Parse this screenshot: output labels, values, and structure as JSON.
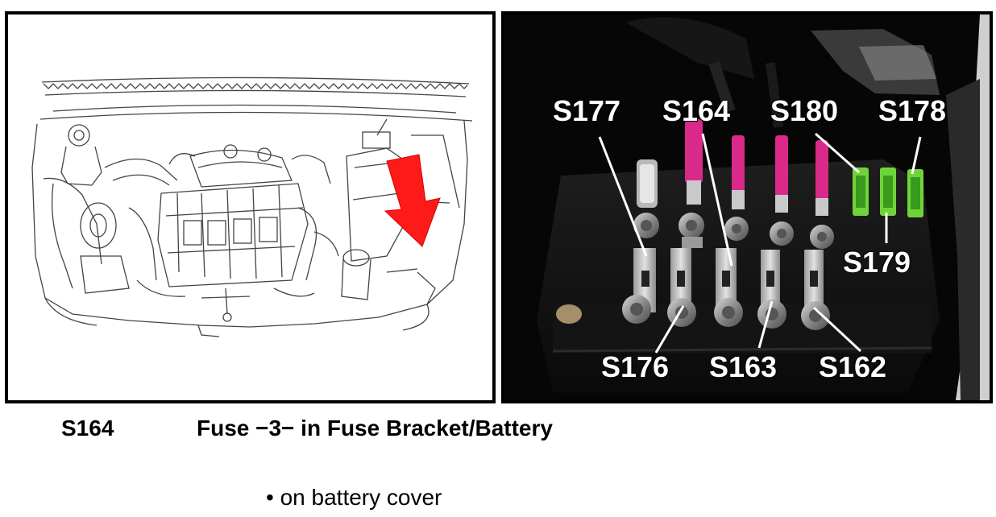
{
  "figure": {
    "left_image": {
      "subject": "engine-compartment-line-drawing",
      "arrow_color": "#ff1a1a"
    },
    "right_image": {
      "subject": "fuse-bracket-photo",
      "labels": {
        "s177": "S177",
        "s164": "S164",
        "s180": "S180",
        "s178": "S178",
        "s179": "S179",
        "s176": "S176",
        "s163": "S163",
        "s162": "S162"
      }
    }
  },
  "caption": {
    "code": "S164",
    "title": "Fuse −3− in Fuse Bracket/Battery"
  },
  "note": {
    "bullet": "•",
    "text": "on battery cover"
  }
}
